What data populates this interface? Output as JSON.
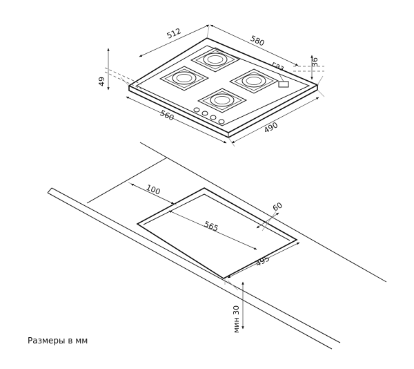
{
  "caption": "Размеры в мм",
  "hob_labels": {
    "depth_front": "512",
    "width_top": "580",
    "gas_label": "газ",
    "thickness_right": "36",
    "height_left": "49",
    "width_bottom": "560",
    "depth_bottom": "490"
  },
  "cutout_labels": {
    "front_offset": "100",
    "cut_width": "565",
    "rear_offset": "60",
    "cut_depth": "495",
    "min_thickness": "мин 30"
  }
}
